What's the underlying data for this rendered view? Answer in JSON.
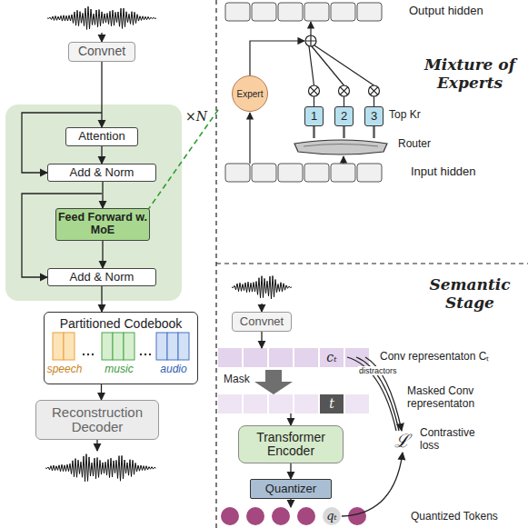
{
  "diagram": {
    "nodes": [
      {
        "text": [
          "Convnet"
        ]
      },
      {
        "text": [
          "×N"
        ]
      },
      {
        "text": [
          "Attention"
        ],
        "in": 1
      },
      {
        "text": [
          "Add & Norm"
        ],
        "in": 1
      },
      {
        "text": [
          "Feed Forward w. MoE"
        ],
        "in": 1
      },
      {
        "text": [
          "Add & Norm"
        ],
        "in": 1
      },
      {
        "text": [
          "Partitioned Codebook",
          "speech",
          "music",
          "audio"
        ]
      },
      {
        "text": [
          "Reconstruction Decoder"
        ]
      },
      {
        "text": [
          "Expert"
        ]
      },
      {
        "text": [
          "1"
        ]
      },
      {
        "text": [
          "2"
        ]
      },
      {
        "text": [
          "3"
        ]
      },
      {
        "text": [
          "Router"
        ]
      },
      {
        "text": [
          "Convnet"
        ]
      },
      {
        "text": [
          "cₜ"
        ]
      },
      {
        "text": [
          "t"
        ]
      },
      {
        "text": [
          "Transformer Encoder"
        ]
      },
      {
        "text": [
          "Quantizer"
        ]
      },
      {
        "text": [
          "qₜ"
        ]
      }
    ],
    "edges": [
      {
        "from": 0,
        "to": 2,
        "arrow": "to"
      },
      {
        "from": 2,
        "to": 3,
        "arrow": "to"
      },
      {
        "from": 3,
        "to": 4,
        "arrow": "to"
      },
      {
        "from": 4,
        "to": 5,
        "arrow": "to"
      },
      {
        "from": 5,
        "to": 6,
        "arrow": "to"
      },
      {
        "from": 6,
        "to": 7,
        "arrow": "to"
      },
      {
        "from": 12,
        "to": 9,
        "arrow": "none"
      },
      {
        "from": 12,
        "to": 10,
        "arrow": "none"
      },
      {
        "from": 12,
        "to": 11,
        "arrow": "none"
      },
      {
        "from": 16,
        "to": 17,
        "arrow": "to"
      }
    ],
    "labels": [
      "Output hidden",
      "Mixture of Experts",
      "Top Kr",
      "Input hidden",
      "Semantic Stage",
      "Conv representaton Cₜ",
      "distractors",
      "Mask",
      "Masked Conv representaton",
      "ℒ",
      "Contrastive loss",
      "Quantized Tokens"
    ]
  }
}
